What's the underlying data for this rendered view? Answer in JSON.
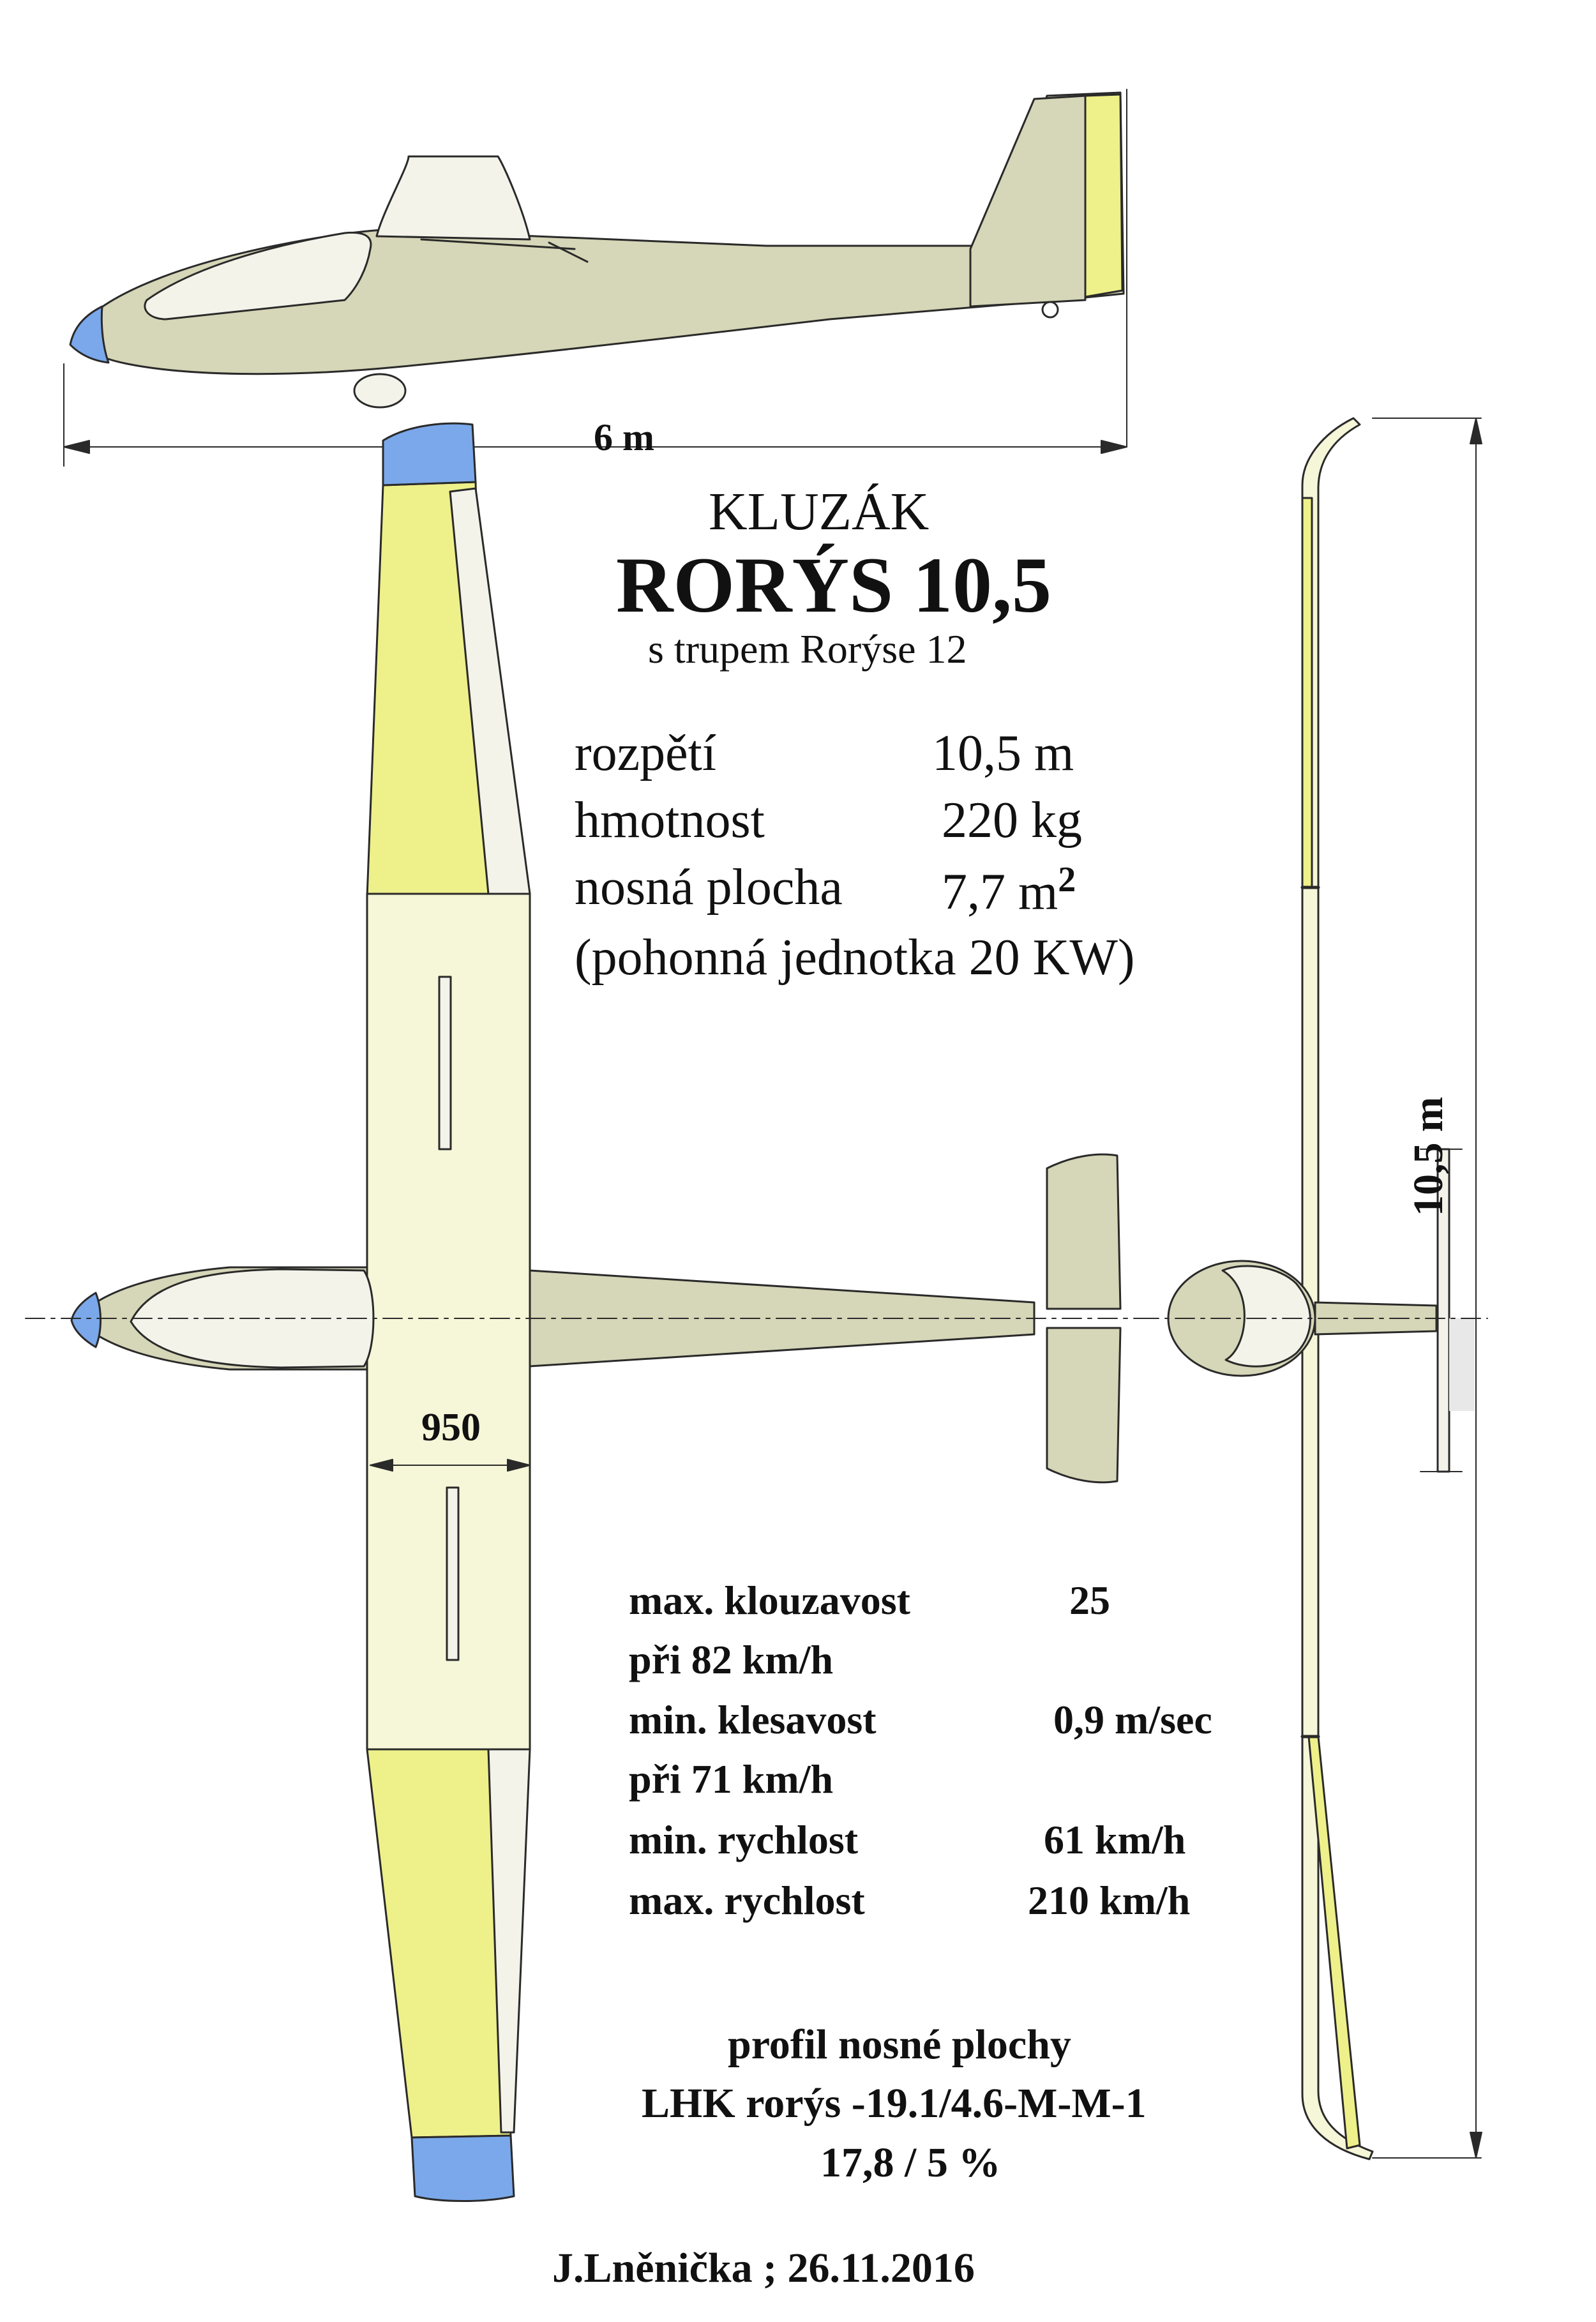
{
  "colors": {
    "fuselage": "#d6d6b8",
    "wing_tip_yellow": "#eef08a",
    "wing_center": "#f6f6d8",
    "nose_blue": "#7aa8ea",
    "tip_blue": "#7aa8ea",
    "canopy": "#f3f3ea",
    "line": "#2a2a2a"
  },
  "dimensions": {
    "length": "6 m",
    "span": "10,5 m",
    "chord": "950"
  },
  "header": {
    "kind": "KLUZÁK",
    "name": "RORÝS  10,5",
    "subtitle": "s trupem Rorýse 12"
  },
  "specs": [
    {
      "label": "rozpětí",
      "value": "10,5 m"
    },
    {
      "label": "hmotnost",
      "value": "220 kg"
    },
    {
      "label": "nosná plocha",
      "value": "7,7 m",
      "sup": "2"
    }
  ],
  "engine_note": "(pohonná jednotka  20 KW)",
  "performance": [
    {
      "label": "max. klouzavost",
      "value": "25"
    },
    {
      "label": "při 82 km/h",
      "value": ""
    },
    {
      "label": "min. klesavost",
      "value": "0,9 m/sec"
    },
    {
      "label": "při 71 km/h",
      "value": ""
    },
    {
      "label": "min. rychlost",
      "value": "61 km/h"
    },
    {
      "label": "max. rychlost",
      "value": "210 km/h"
    }
  ],
  "profile": {
    "title": "profil nosné plochy",
    "name": "LHK rorýs -19.1/4.6-M-M-1",
    "ratio": "17,8 / 5 %"
  },
  "signature": "J.Lněnička ; 26.11.2016"
}
